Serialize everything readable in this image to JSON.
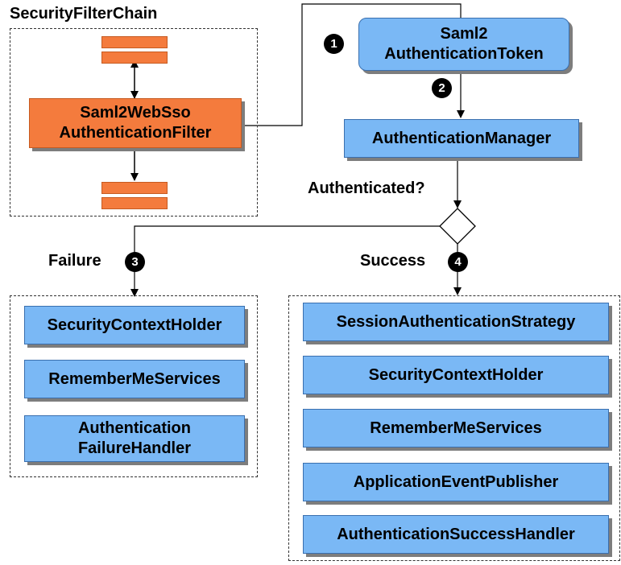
{
  "security_filter_chain": {
    "title": "SecurityFilterChain",
    "filter_line1": "Saml2WebSso",
    "filter_line2": "AuthenticationFilter"
  },
  "token": {
    "line1": "Saml2",
    "line2": "AuthenticationToken"
  },
  "authentication_manager": "AuthenticationManager",
  "decision_label": "Authenticated?",
  "failure": {
    "label": "Failure",
    "items": [
      "SecurityContextHolder",
      "RememberMeServices",
      "Authentication\nFailureHandler"
    ]
  },
  "success": {
    "label": "Success",
    "items": [
      "SessionAuthenticationStrategy",
      "SecurityContextHolder",
      "RememberMeServices",
      "ApplicationEventPublisher",
      "AuthenticationSuccessHandler"
    ]
  },
  "steps": [
    "1",
    "2",
    "3",
    "4"
  ],
  "colors": {
    "blue": "#7ab8f5",
    "orange": "#f47b3d"
  }
}
